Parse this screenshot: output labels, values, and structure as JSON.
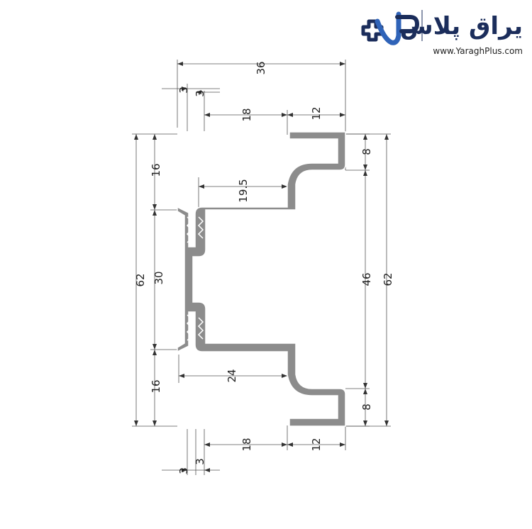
{
  "logo": {
    "wordmark": "یراق پلاس",
    "url": "www.YaraghPlus.com",
    "colors": {
      "dark": "#1b2d5b",
      "accent": "#2f63b8"
    }
  },
  "profile": {
    "fill": "#8c8c8c",
    "outline": "#ffffff"
  },
  "dimensions": {
    "overall_width": "36",
    "top_lip_left": "3",
    "top_lip_right": "3",
    "top_offset": "18",
    "top_flange": "12",
    "inner_reach": "19.5",
    "bottom_reach": "24",
    "bottom_lip_left": "3",
    "bottom_lip_right": "3",
    "bottom_offset": "18",
    "bottom_flange": "12",
    "left_total": "62",
    "left_top_gap": "16",
    "left_middle": "30",
    "left_bottom_gap": "16",
    "right_top_flange": "8",
    "right_middle": "46",
    "right_total": "62",
    "right_bottom_flange": "8"
  }
}
